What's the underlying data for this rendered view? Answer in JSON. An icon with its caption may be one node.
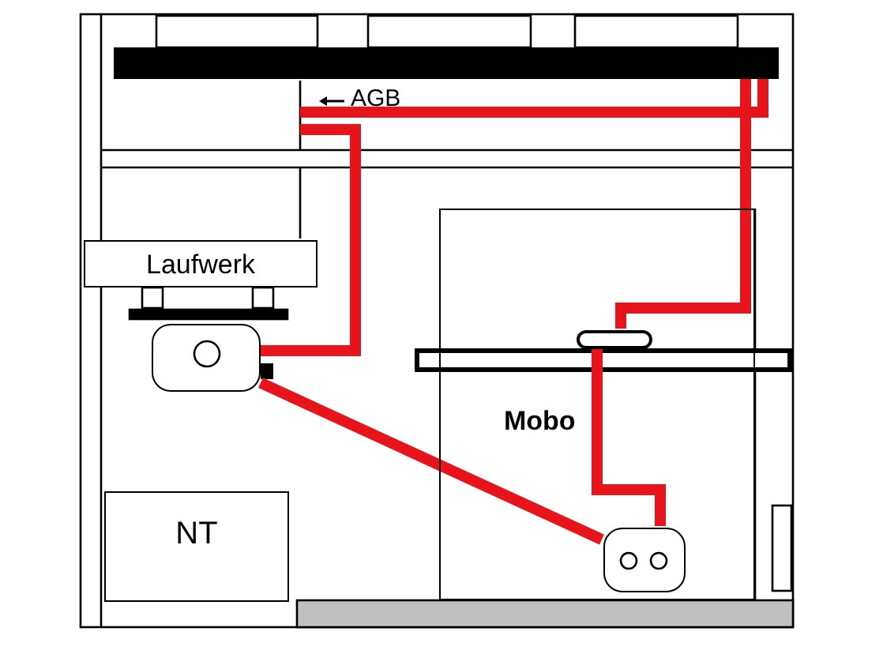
{
  "diagram": {
    "nodes": [
      {
        "text": [],
        "shape": "bar"
      },
      {
        "text": [
          "Laufwerk"
        ]
      },
      {
        "text": [],
        "shape": "box"
      },
      {
        "text": [
          "Mobo"
        ]
      },
      {
        "text": [],
        "shape": "oval",
        "in": 3
      },
      {
        "text": [],
        "shape": "box",
        "in": 3
      },
      {
        "text": [
          "NT"
        ]
      }
    ],
    "edges": [
      {
        "from": 0,
        "to": 4,
        "arrow": "none"
      },
      {
        "from": 0,
        "to": null,
        "arrow": "none"
      },
      {
        "from": null,
        "to": 2,
        "arrow": "none"
      },
      {
        "from": 2,
        "to": 5,
        "arrow": "none"
      },
      {
        "from": 4,
        "to": 5,
        "arrow": "none"
      }
    ],
    "labels": [
      "AGB"
    ]
  }
}
